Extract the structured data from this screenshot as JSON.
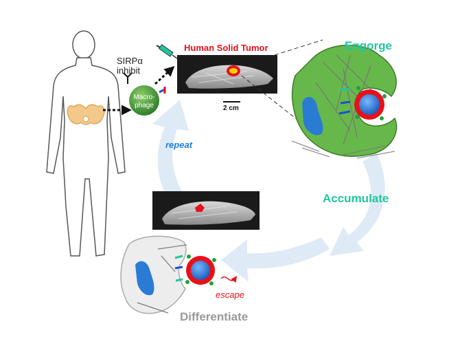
{
  "labels": {
    "tumor_title": "Human Solid Tumor",
    "engorge": "Engorge",
    "accumulate": "Accumulate",
    "differentiate": "Differentiate",
    "repeat": "repeat",
    "escape": "escape",
    "sirpa_line1": "SIRPα",
    "sirpa_line2": "inhibit",
    "macrophage_line1": "Macro-",
    "macrophage_line2": "phage",
    "scale_bar": "2 cm"
  },
  "colors": {
    "green_label": "#1fc7a0",
    "tumor_red": "#e8101a",
    "repeat_blue": "#1a7fd6",
    "cycle_arrow": "#d6e6f7",
    "macrophage_green": "#5fb548",
    "nucleus_blue": "#2a7bd4"
  }
}
